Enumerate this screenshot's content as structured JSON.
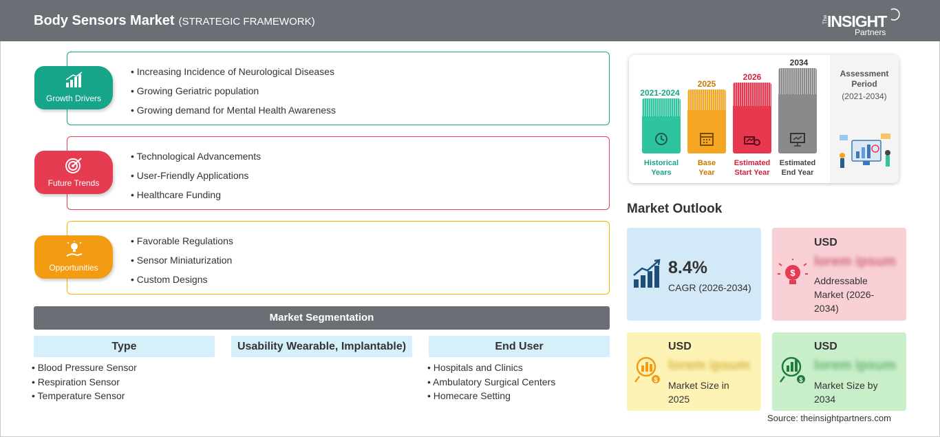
{
  "header": {
    "title": "Body Sensors Market",
    "subtitle": "(STRATEGIC FRAMEWORK)",
    "logo_the": "The",
    "logo_insight": "INSIGHT",
    "logo_partners": "Partners",
    "logo_label": "The Insight Partners logo"
  },
  "colors": {
    "header_bg": "#6b6f75",
    "growth": "#17a589",
    "trends": "#e63c52",
    "opportunities": "#f39c12",
    "historical": "#2ec4a0",
    "base": "#f5a623",
    "start": "#e8384f",
    "end": "#8a8a8a",
    "cagr_box": "#d4e9f7",
    "addressable_box": "#f9d0d6",
    "size2025_box": "#fcf3b5",
    "size2034_box": "#c8efc9"
  },
  "framework": [
    {
      "label": "Growth Drivers",
      "icon": "bar-chart-growth-icon",
      "items": [
        "Increasing Incidence of Neurological Diseases",
        "Growing Geriatric population",
        "Growing demand for Mental Health Awareness"
      ]
    },
    {
      "label": "Future Trends",
      "icon": "target-icon",
      "items": [
        "Technological Advancements",
        "User-Friendly Applications",
        "Healthcare Funding"
      ]
    },
    {
      "label": "Opportunities",
      "icon": "lightbulb-hand-icon",
      "items": [
        "Favorable Regulations",
        "Sensor Miniaturization",
        "Custom Designs"
      ]
    }
  ],
  "segmentation": {
    "title": "Market Segmentation",
    "columns": [
      {
        "header": "Type",
        "items": [
          "Blood Pressure Sensor",
          "Respiration Sensor",
          "Temperature Sensor"
        ]
      },
      {
        "header": "Usability Wearable, Implantable)",
        "items": []
      },
      {
        "header": "End User",
        "items": [
          "Hospitals and Clinics",
          "Ambulatory Surgical Centers",
          "Homecare Setting"
        ]
      }
    ]
  },
  "timeline": {
    "periods": [
      {
        "year": "2021-2024",
        "label_1": "Historical",
        "label_2": "Years",
        "icon": "history-icon"
      },
      {
        "year": "2025",
        "label_1": "Base",
        "label_2": "Year",
        "icon": "calendar-icon"
      },
      {
        "year": "2026",
        "label_1": "Estimated",
        "label_2": "Start Year",
        "icon": "chart-start-icon"
      },
      {
        "year": "2034",
        "label_1": "Estimated",
        "label_2": "End Year",
        "icon": "presentation-icon"
      }
    ],
    "assessment_1": "Assessment",
    "assessment_2": "Period",
    "assessment_3": "(2021-2034)",
    "illustration": "analytics-people-illustration"
  },
  "outlook": {
    "title": "Market Outlook",
    "cagr_value": "8.4%",
    "cagr_label": "CAGR (2026-2034)",
    "addressable_currency": "USD",
    "addressable_value": "lorem ipsum",
    "addressable_label": "Addressable Market (2026-2034)",
    "size2025_currency": "USD",
    "size2025_value": "lorem ipsum",
    "size2025_label": "Market Size in 2025",
    "size2034_currency": "USD",
    "size2034_value": "lorem ipsum",
    "size2034_label": "Market Size by 2034"
  },
  "source": "Source: theinsightpartners.com"
}
